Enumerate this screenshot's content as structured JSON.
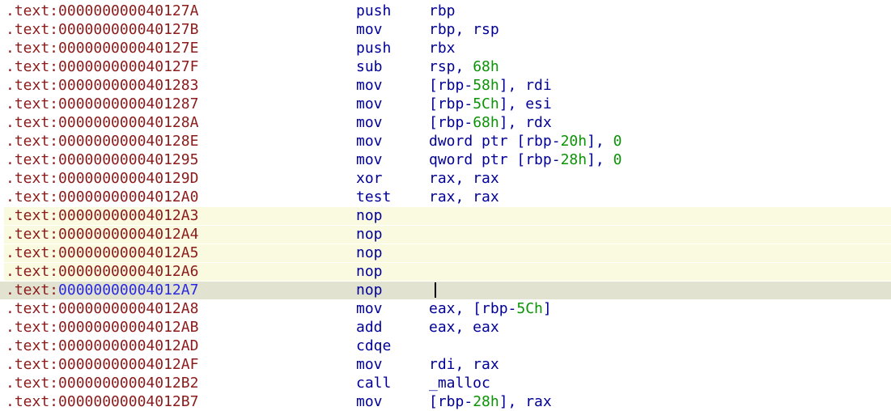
{
  "colors": {
    "background": "#ffffff",
    "address_text": "#8b1b1b",
    "code_text": "#000096",
    "number_text": "#0c9306",
    "highlight_group_bg": "#fafae0",
    "current_line_bg": "#e2e2d1",
    "current_address_text": "#2929e0",
    "caret": "#000000"
  },
  "listing": {
    "segment_prefix": ".text:",
    "lines": [
      {
        "address_digits": "000000000040127A",
        "mnemonic": "push",
        "operands": [
          {
            "t": "rbp",
            "k": "c"
          }
        ],
        "highlight": "none"
      },
      {
        "address_digits": "000000000040127B",
        "mnemonic": "mov",
        "operands": [
          {
            "t": "rbp, rsp",
            "k": "c"
          }
        ],
        "highlight": "none"
      },
      {
        "address_digits": "000000000040127E",
        "mnemonic": "push",
        "operands": [
          {
            "t": "rbx",
            "k": "c"
          }
        ],
        "highlight": "none"
      },
      {
        "address_digits": "000000000040127F",
        "mnemonic": "sub",
        "operands": [
          {
            "t": "rsp, ",
            "k": "c"
          },
          {
            "t": "68h",
            "k": "n"
          }
        ],
        "highlight": "none"
      },
      {
        "address_digits": "0000000000401283",
        "mnemonic": "mov",
        "operands": [
          {
            "t": "[rbp-",
            "k": "c"
          },
          {
            "t": "58h",
            "k": "n"
          },
          {
            "t": "], rdi",
            "k": "c"
          }
        ],
        "highlight": "none"
      },
      {
        "address_digits": "0000000000401287",
        "mnemonic": "mov",
        "operands": [
          {
            "t": "[rbp-",
            "k": "c"
          },
          {
            "t": "5Ch",
            "k": "n"
          },
          {
            "t": "], esi",
            "k": "c"
          }
        ],
        "highlight": "none"
      },
      {
        "address_digits": "000000000040128A",
        "mnemonic": "mov",
        "operands": [
          {
            "t": "[rbp-",
            "k": "c"
          },
          {
            "t": "68h",
            "k": "n"
          },
          {
            "t": "], rdx",
            "k": "c"
          }
        ],
        "highlight": "none"
      },
      {
        "address_digits": "000000000040128E",
        "mnemonic": "mov",
        "operands": [
          {
            "t": "dword ptr [rbp-",
            "k": "c"
          },
          {
            "t": "20h",
            "k": "n"
          },
          {
            "t": "], ",
            "k": "c"
          },
          {
            "t": "0",
            "k": "n"
          }
        ],
        "highlight": "none"
      },
      {
        "address_digits": "0000000000401295",
        "mnemonic": "mov",
        "operands": [
          {
            "t": "qword ptr [rbp-",
            "k": "c"
          },
          {
            "t": "28h",
            "k": "n"
          },
          {
            "t": "], ",
            "k": "c"
          },
          {
            "t": "0",
            "k": "n"
          }
        ],
        "highlight": "none"
      },
      {
        "address_digits": "000000000040129D",
        "mnemonic": "xor",
        "operands": [
          {
            "t": "rax, rax",
            "k": "c"
          }
        ],
        "highlight": "none"
      },
      {
        "address_digits": "00000000004012A0",
        "mnemonic": "test",
        "operands": [
          {
            "t": "rax, rax",
            "k": "c"
          }
        ],
        "highlight": "none"
      },
      {
        "address_digits": "00000000004012A3",
        "mnemonic": "nop",
        "operands": [],
        "highlight": "group"
      },
      {
        "address_digits": "00000000004012A4",
        "mnemonic": "nop",
        "operands": [],
        "highlight": "group"
      },
      {
        "address_digits": "00000000004012A5",
        "mnemonic": "nop",
        "operands": [],
        "highlight": "group"
      },
      {
        "address_digits": "00000000004012A6",
        "mnemonic": "nop",
        "operands": [],
        "highlight": "group"
      },
      {
        "address_digits": "00000000004012A7",
        "mnemonic": "nop",
        "operands": [],
        "highlight": "current",
        "caret": true
      },
      {
        "address_digits": "00000000004012A8",
        "mnemonic": "mov",
        "operands": [
          {
            "t": "eax, [rbp-",
            "k": "c"
          },
          {
            "t": "5Ch",
            "k": "n"
          },
          {
            "t": "]",
            "k": "c"
          }
        ],
        "highlight": "none"
      },
      {
        "address_digits": "00000000004012AB",
        "mnemonic": "add",
        "operands": [
          {
            "t": "eax, eax",
            "k": "c"
          }
        ],
        "highlight": "none"
      },
      {
        "address_digits": "00000000004012AD",
        "mnemonic": "cdqe",
        "operands": [],
        "highlight": "none"
      },
      {
        "address_digits": "00000000004012AF",
        "mnemonic": "mov",
        "operands": [
          {
            "t": "rdi, rax",
            "k": "c"
          }
        ],
        "highlight": "none"
      },
      {
        "address_digits": "00000000004012B2",
        "mnemonic": "call",
        "operands": [
          {
            "t": "_malloc",
            "k": "c"
          }
        ],
        "highlight": "none"
      },
      {
        "address_digits": "00000000004012B7",
        "mnemonic": "mov",
        "operands": [
          {
            "t": "[rbp-",
            "k": "c"
          },
          {
            "t": "28h",
            "k": "n"
          },
          {
            "t": "], rax",
            "k": "c"
          }
        ],
        "highlight": "none"
      }
    ]
  }
}
